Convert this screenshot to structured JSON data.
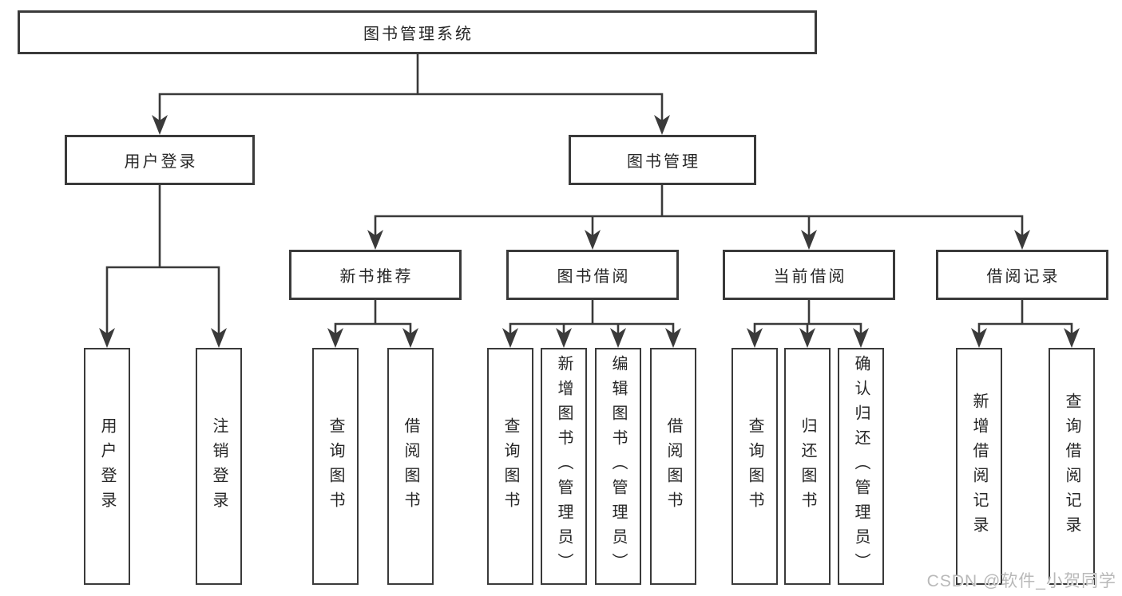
{
  "tree": {
    "root": "图书管理系统",
    "children": [
      {
        "label": "用户登录",
        "children": [
          "用户登录",
          "注销登录"
        ]
      },
      {
        "label": "图书管理",
        "children": [
          {
            "label": "新书推荐",
            "children": [
              "查询图书",
              "借阅图书"
            ]
          },
          {
            "label": "图书借阅",
            "children": [
              "查询图书",
              "新增图书（管理员）",
              "编辑图书（管理员）",
              "借阅图书"
            ]
          },
          {
            "label": "当前借阅",
            "children": [
              "查询图书",
              "归还图书",
              "确认归还（管理员）"
            ]
          },
          {
            "label": "借阅记录",
            "children": [
              "新增借阅记录",
              "查询借阅记录"
            ]
          }
        ]
      }
    ]
  },
  "watermark": {
    "text": "CSDN @软件_小贺同学"
  },
  "colors": {
    "line": "#3a3a3a",
    "text": "#262626",
    "watermark": "#b9b9b9",
    "background": "#ffffff"
  }
}
